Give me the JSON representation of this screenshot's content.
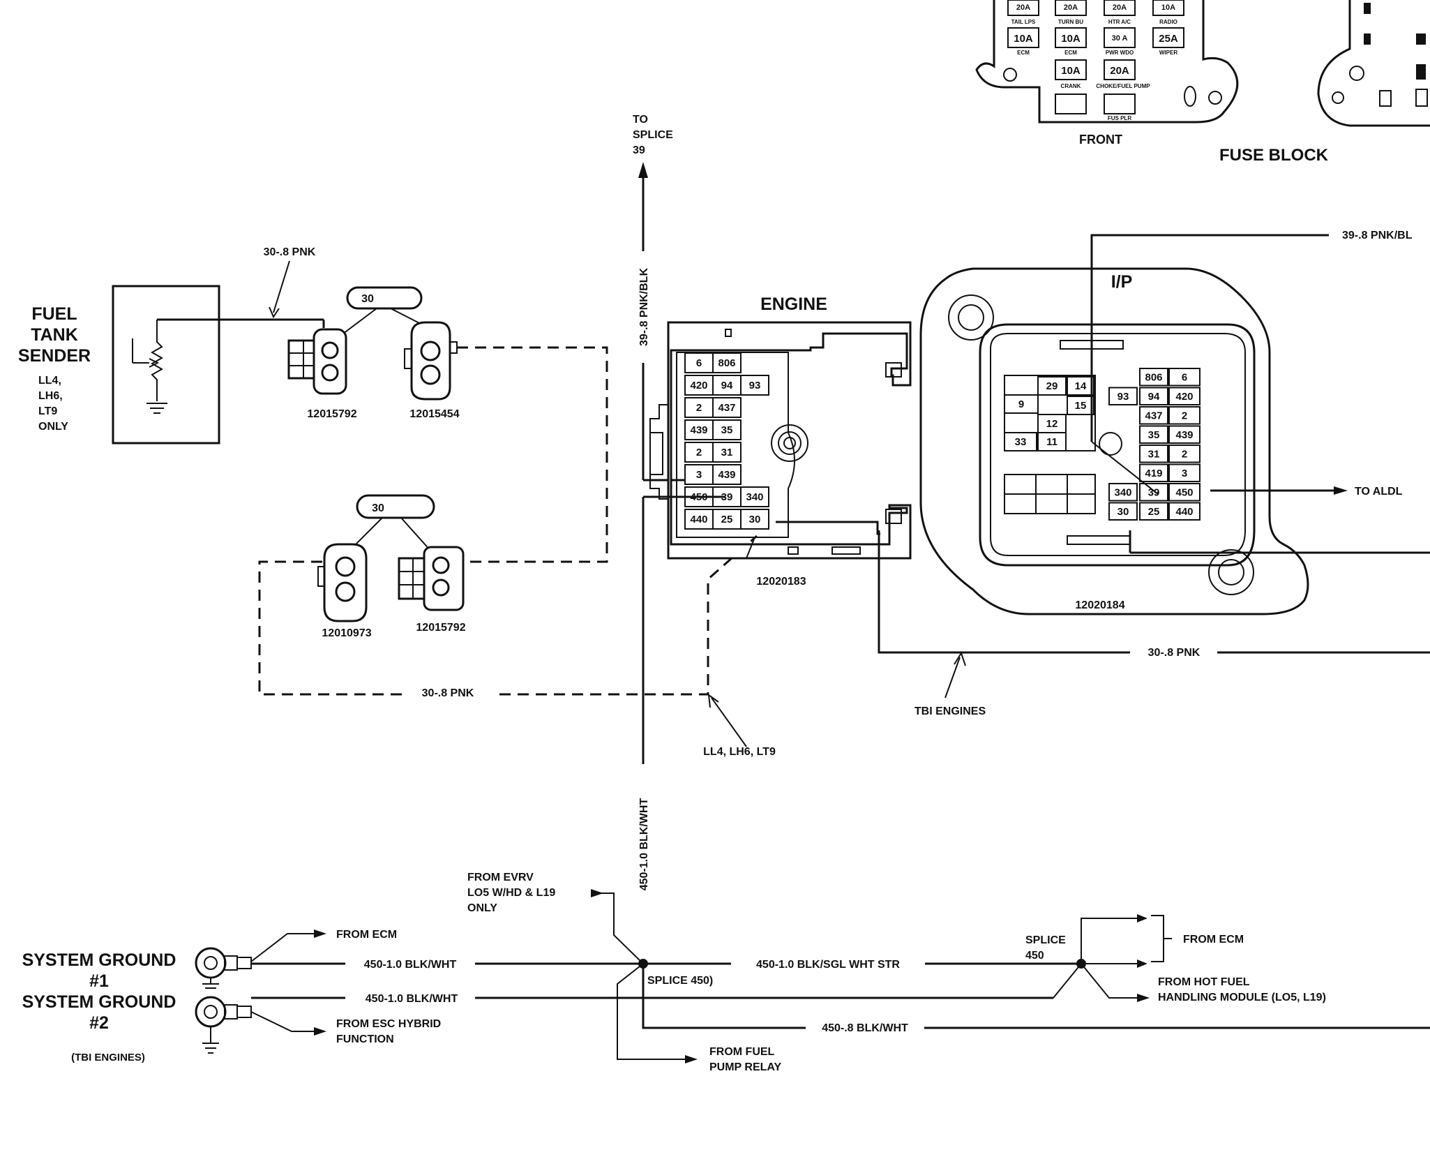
{
  "fuse_block": {
    "title": "FUSE BLOCK",
    "front_label": "FRONT",
    "fuses_row1": [
      "20A",
      "20A",
      "20A",
      "10A"
    ],
    "fuses_row1_captions": [
      "TAIL LPS",
      "TURN BU",
      "HTR A/C",
      "RADIO"
    ],
    "fuses_row2": [
      "10A",
      "10A",
      "30 A",
      "25A"
    ],
    "fuses_row2_captions": [
      "ECM",
      "ECM",
      "PWR WDO",
      "WIPER"
    ],
    "fuses_row3": [
      "10A",
      "20A"
    ],
    "fuses_row3_captions": [
      "CRANK",
      "CHOKE/FUEL PUMP"
    ],
    "fuse_plr": "FUS PLR"
  },
  "fuel_tank_sender": {
    "title_line1": "FUEL",
    "title_line2": "TANK",
    "title_line3": "SENDER",
    "note_line1": "LL4,",
    "note_line2": "LH6,",
    "note_line3": "LT9",
    "note_line4": "ONLY"
  },
  "wires": {
    "w30_top": "30-.8 PNK",
    "w30_bottom": "30-.8 PNK",
    "w30_right": "30-.8 PNK",
    "w39_vertical": "39-.8 PNK/BLK",
    "w39_right": "39-.8 PNK/BL",
    "w450_vertical": "450-1.0 BLK/WHT",
    "w450_g1": "450-1.0 BLK/WHT",
    "w450_g2": "450-1.0 BLK/WHT",
    "w450_sgl": "450-1.0 BLK/SGL WHT STR",
    "w450_08": "450-.8 BLK/WHT"
  },
  "connectors": {
    "c30_top": "30",
    "c30_mid": "30",
    "pn_12015792_a": "12015792",
    "pn_12015454": "12015454",
    "pn_12010973": "12010973",
    "pn_12015792_b": "12015792",
    "pn_engine": "12020183",
    "pn_ip": "12020184"
  },
  "engine_connector": {
    "title": "ENGINE",
    "rows": [
      [
        "6",
        "806",
        ""
      ],
      [
        "420",
        "94",
        "93"
      ],
      [
        "2",
        "437",
        ""
      ],
      [
        "439",
        "35",
        ""
      ],
      [
        "2",
        "31",
        ""
      ],
      [
        "3",
        "439",
        ""
      ],
      [
        "450",
        "39",
        "340"
      ],
      [
        "440",
        "25",
        "30"
      ]
    ]
  },
  "ip_connector": {
    "title": "I/P",
    "left_cells": [
      "29",
      "14",
      "9",
      "15",
      "12",
      "33",
      "11"
    ],
    "right_rows": [
      [
        "806",
        "6"
      ],
      [
        "93",
        "94",
        "420"
      ],
      [
        "437",
        "2"
      ],
      [
        "35",
        "439"
      ],
      [
        "31",
        "2"
      ],
      [
        "419",
        "3"
      ],
      [
        "340",
        "39",
        "450"
      ],
      [
        "30",
        "25",
        "440"
      ]
    ]
  },
  "annotations": {
    "to_splice_1": "TO",
    "to_splice_2": "SPLICE",
    "to_splice_3": "39",
    "to_aldl": "TO ALDL",
    "tbi_engines": "TBI ENGINES",
    "ll4_note": "LL4, LH6, LT9",
    "from_evrv_1": "FROM EVRV",
    "from_evrv_2": "LO5 W/HD & L19",
    "from_evrv_3": "ONLY",
    "from_ecm_left": "FROM ECM",
    "from_esc_1": "FROM ESC HYBRID",
    "from_esc_2": "FUNCTION",
    "splice_450_left": "SPLICE 450)",
    "from_fuel_1": "FROM FUEL",
    "from_fuel_2": "PUMP RELAY",
    "splice_right_1": "SPLICE",
    "splice_right_2": "450",
    "from_ecm_right": "FROM ECM",
    "from_hot_1": "FROM HOT FUEL",
    "from_hot_2": "HANDLING MODULE (LO5, L19)",
    "ground1_1": "SYSTEM GROUND",
    "ground1_2": "#1",
    "ground2_1": "SYSTEM GROUND",
    "ground2_2": "#2",
    "ground_note": "(TBI ENGINES)"
  }
}
